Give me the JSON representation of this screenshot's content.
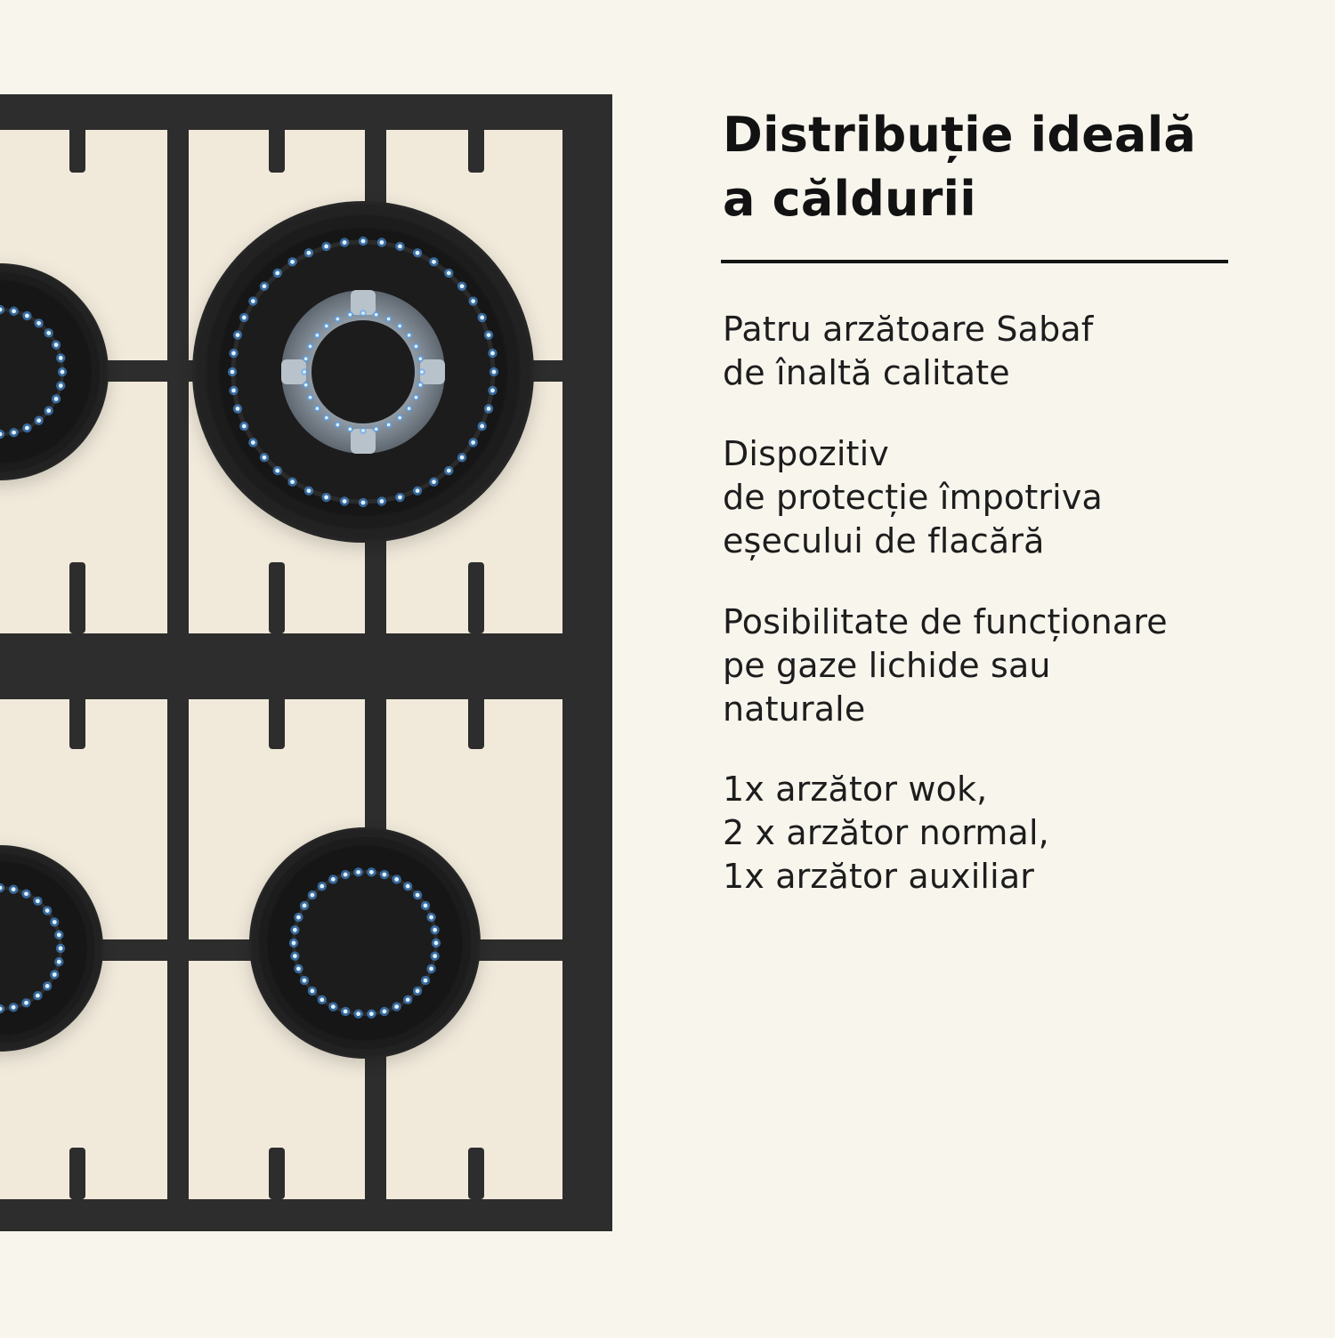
{
  "headline": {
    "line_1": "Distribuție ideală",
    "line_2": "a căldurii"
  },
  "features": [
    {
      "lines": [
        "Patru arzătoare Sabaf",
        "de înaltă calitate"
      ]
    },
    {
      "lines": [
        "Dispozitiv",
        "de protecție împotriva",
        "eșecului de flacără"
      ]
    },
    {
      "lines": [
        "Posibilitate de funcționare",
        "pe gaze lichide sau",
        "naturale"
      ]
    },
    {
      "lines": [
        "1x arzător wok,",
        "2 x arzător normal,",
        "1x arzător auxiliar"
      ]
    }
  ],
  "colors": {
    "background": "#f8f5ed",
    "panel": "#f1eadb",
    "grate": "#2e2e2e",
    "burner": "#1f1f1f",
    "flame": "#4ea6ff",
    "text": "#121212"
  },
  "illustration": {
    "grates": 2,
    "burner_rings": 4
  }
}
